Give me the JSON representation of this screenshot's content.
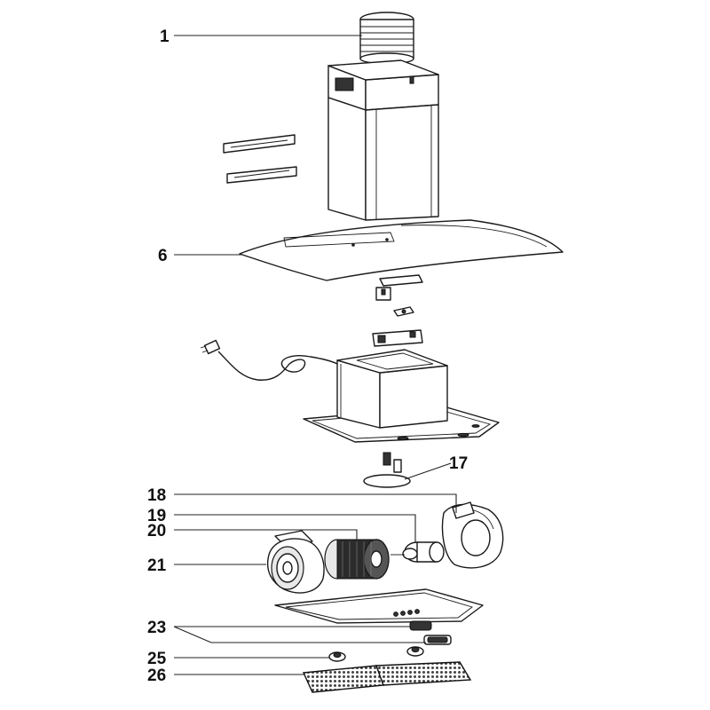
{
  "diagram": {
    "callouts": [
      {
        "id": "c1",
        "label": "1"
      },
      {
        "id": "c6",
        "label": "6"
      },
      {
        "id": "c17",
        "label": "17"
      },
      {
        "id": "c18",
        "label": "18"
      },
      {
        "id": "c19",
        "label": "19"
      },
      {
        "id": "c20",
        "label": "20"
      },
      {
        "id": "c21",
        "label": "21"
      },
      {
        "id": "c23",
        "label": "23"
      },
      {
        "id": "c25",
        "label": "25"
      },
      {
        "id": "c26",
        "label": "26"
      }
    ]
  }
}
